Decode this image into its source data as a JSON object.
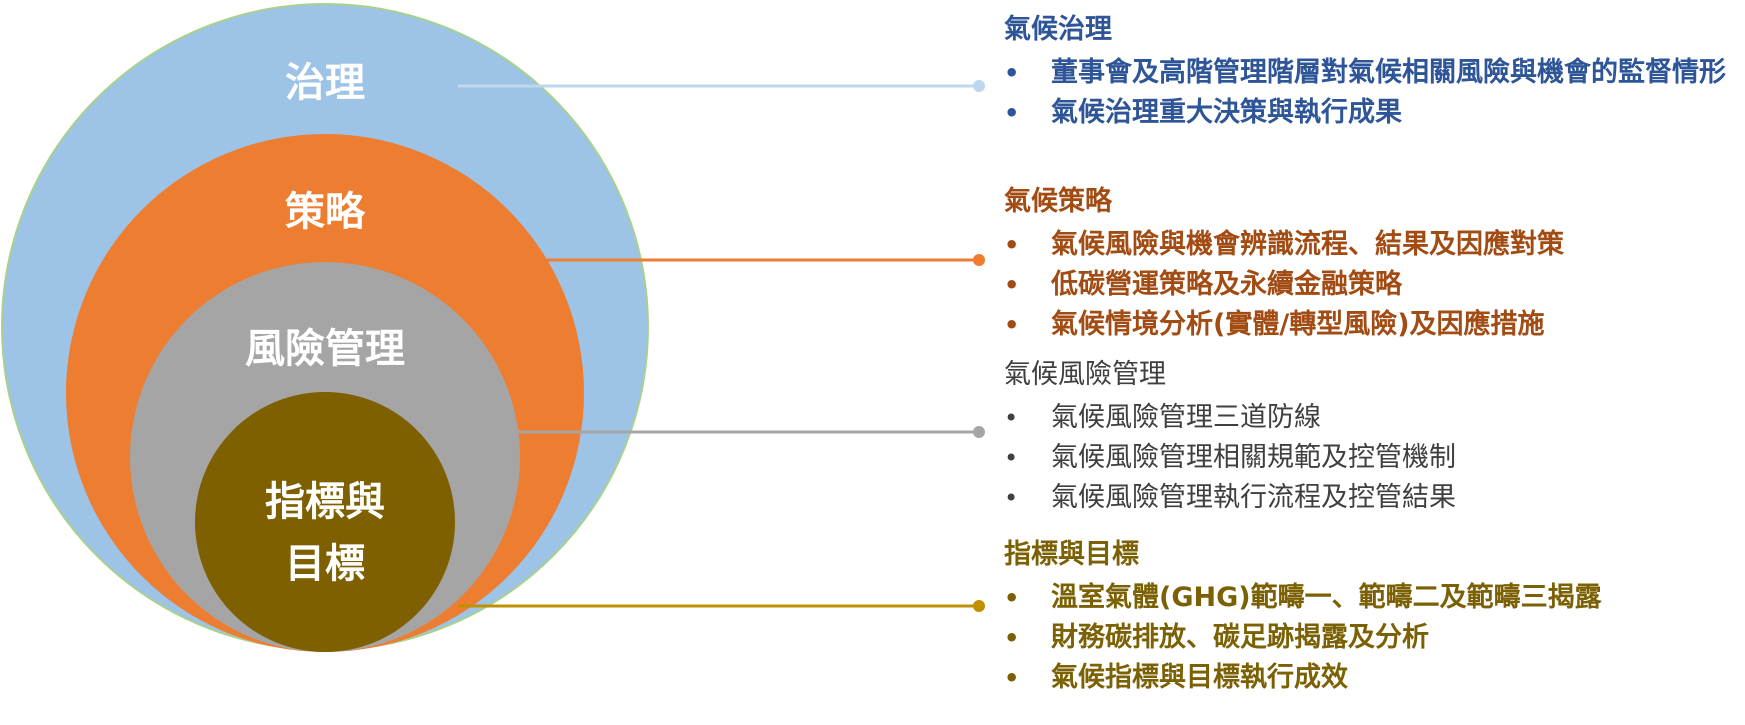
{
  "circles": [
    {
      "id": "governance",
      "label_lines": [
        "治理"
      ],
      "fill": "#9dc3e6",
      "stroke": "#a9d18e"
    },
    {
      "id": "strategy",
      "label_lines": [
        "策略"
      ],
      "fill": "#ed7d31"
    },
    {
      "id": "risk",
      "label_lines": [
        "風險管理"
      ],
      "fill": "#a5a5a5"
    },
    {
      "id": "metrics",
      "label_lines": [
        "指標與",
        "目標"
      ],
      "fill": "#7f6000"
    }
  ],
  "connector_colors": {
    "governance": "#bdd7ee",
    "strategy": "#ed7d31",
    "risk": "#a5a5a5",
    "metrics": "#bf9000"
  },
  "sections": {
    "governance": {
      "title": "氣候治理",
      "items": [
        "董事會及高階管理階層對氣候相關風險與機會的監督情形",
        "氣候治理重大決策與執行成果"
      ],
      "color": "#2e5597"
    },
    "strategy": {
      "title": "氣候策略",
      "items": [
        "氣候風險與機會辨識流程、結果及因應對策",
        "低碳營運策略及永續金融策略",
        "氣候情境分析(實體/轉型風險)及因應措施"
      ],
      "color": "#a24c14"
    },
    "risk": {
      "title": "氣候風險管理",
      "items": [
        "氣候風險管理三道防線",
        "氣候風險管理相關規範及控管機制",
        "氣候風險管理執行流程及控管結果"
      ],
      "color": "#3f3f3f"
    },
    "metrics": {
      "title": "指標與目標",
      "items": [
        "溫室氣體(GHG)範疇一、範疇二及範疇三揭露",
        "財務碳排放、碳足跡揭露及分析",
        "氣候指標與目標執行成效"
      ],
      "color": "#7b6103"
    }
  },
  "bullet_glyph": "•"
}
